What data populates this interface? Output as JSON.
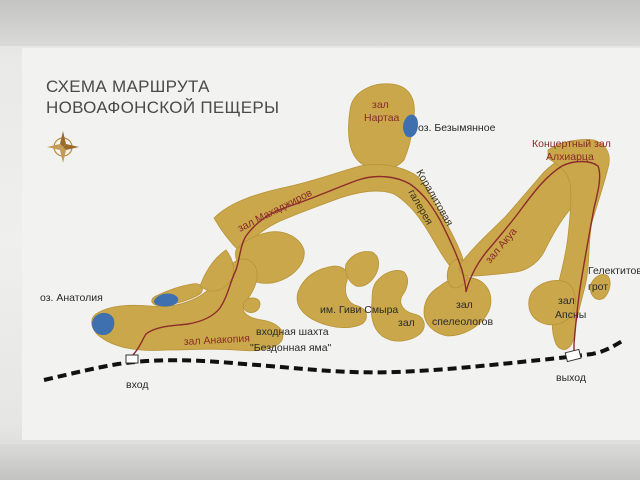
{
  "title": {
    "line1": "СХЕМА МАРШРУТА",
    "line2": "НОВОАФОНСКОЙ ПЕЩЕРЫ"
  },
  "labels": {
    "lake_bezymyannoe": "оз. Безымянное",
    "hall_nartaa_1": "зал",
    "hall_nartaa_2": "Нартаа",
    "hall_makhadzhirov": "зал Махаджиров",
    "gallery_1": "Коралитовая",
    "gallery_2": "галерея",
    "concert_hall_1": "Концертный зал",
    "concert_hall_2": "Алхиарца",
    "hall_akua": "зал Акуа",
    "gelektit_1": "Гелектитовый",
    "gelektit_2": "грот",
    "lake_anatolia": "оз. Анатолия",
    "givi_hall_1": "им. Гиви Смыра",
    "givi_hall_2": "зал",
    "speleologists_1": "зал",
    "speleologists_2": "спелеологов",
    "apsny_1": "зал",
    "apsny_2": "Апсны",
    "shaft_1": "входная шахта",
    "shaft_2": "\"Бездонная яма\"",
    "hall_anakopia": "зал Анакопия",
    "entrance": "вход",
    "exit": "выход"
  },
  "colors": {
    "cave": "#c9a74a",
    "cave_dark": "#b08a35",
    "lake": "#3e6fae",
    "route": "#8e2c2c",
    "railway": "#111111"
  },
  "icons": {
    "compass": "compass-rose-icon"
  }
}
